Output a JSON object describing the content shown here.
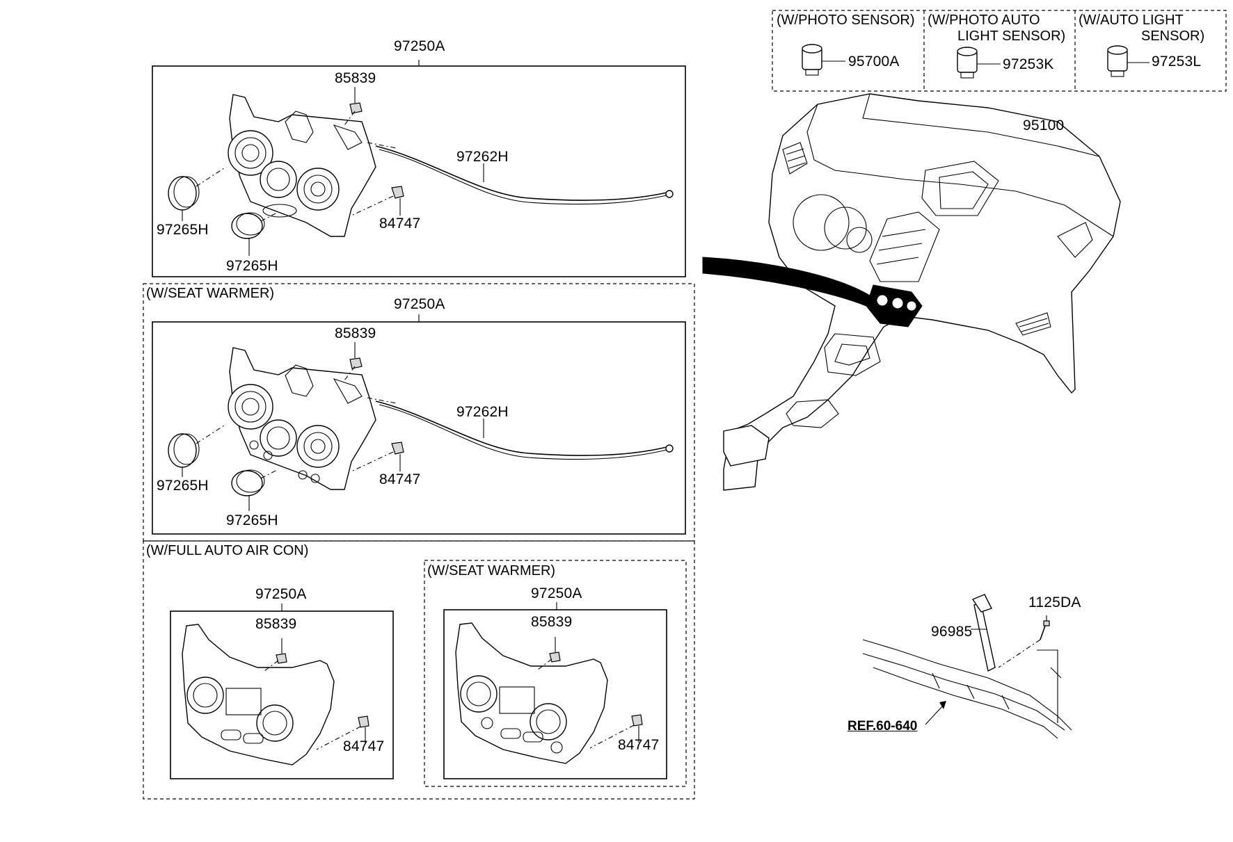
{
  "groups": {
    "photo_sensor": "(W/PHOTO SENSOR)",
    "photo_auto_l1": "(W/PHOTO  AUTO",
    "photo_auto_l2": "LIGHT SENSOR)",
    "auto_light_l1": "(W/AUTO  LIGHT",
    "auto_light_l2": "SENSOR)",
    "seat_warmer_1": "(W/SEAT WARMER)",
    "full_auto": "(W/FULL AUTO AIR CON)",
    "seat_warmer_2": "(W/SEAT WARMER)"
  },
  "parts": {
    "p97250a_1": "97250A",
    "p85839_1": "85839",
    "p97262h_1": "97262H",
    "p97265h_1a": "97265H",
    "p97265h_1b": "97265H",
    "p84747_1": "84747",
    "p97250a_2": "97250A",
    "p85839_2": "85839",
    "p97262h_2": "97262H",
    "p97265h_2a": "97265H",
    "p97265h_2b": "97265H",
    "p84747_2": "84747",
    "p97250a_3": "97250A",
    "p85839_3": "85839",
    "p84747_3": "84747",
    "p97250a_4": "97250A",
    "p85839_4": "85839",
    "p84747_4": "84747",
    "p95700a": "95700A",
    "p97253k": "97253K",
    "p97253l": "97253L",
    "p95100": "95100",
    "p1125da": "1125DA",
    "p96985": "96985",
    "ref": "REF.60-640"
  }
}
